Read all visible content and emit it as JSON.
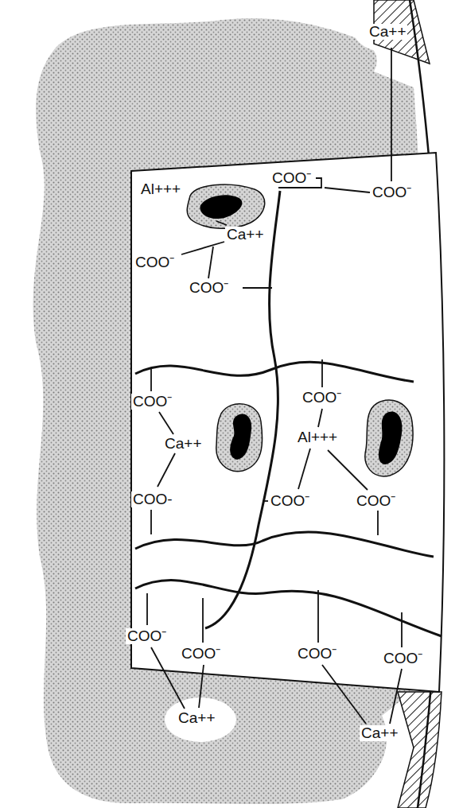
{
  "diagram": {
    "labels": [
      "Ca++",
      "COO⁻",
      "COO⁻",
      "Al+++",
      "Ca++",
      "COO⁻",
      "COO⁻",
      "COO⁻",
      "Ca++",
      "COO-",
      "COO⁻",
      "Al+++",
      "COO⁻",
      "COO⁻",
      "COO⁻",
      "COO⁻",
      "COO⁻",
      "COO⁻",
      "Ca++",
      "Ca++"
    ]
  }
}
